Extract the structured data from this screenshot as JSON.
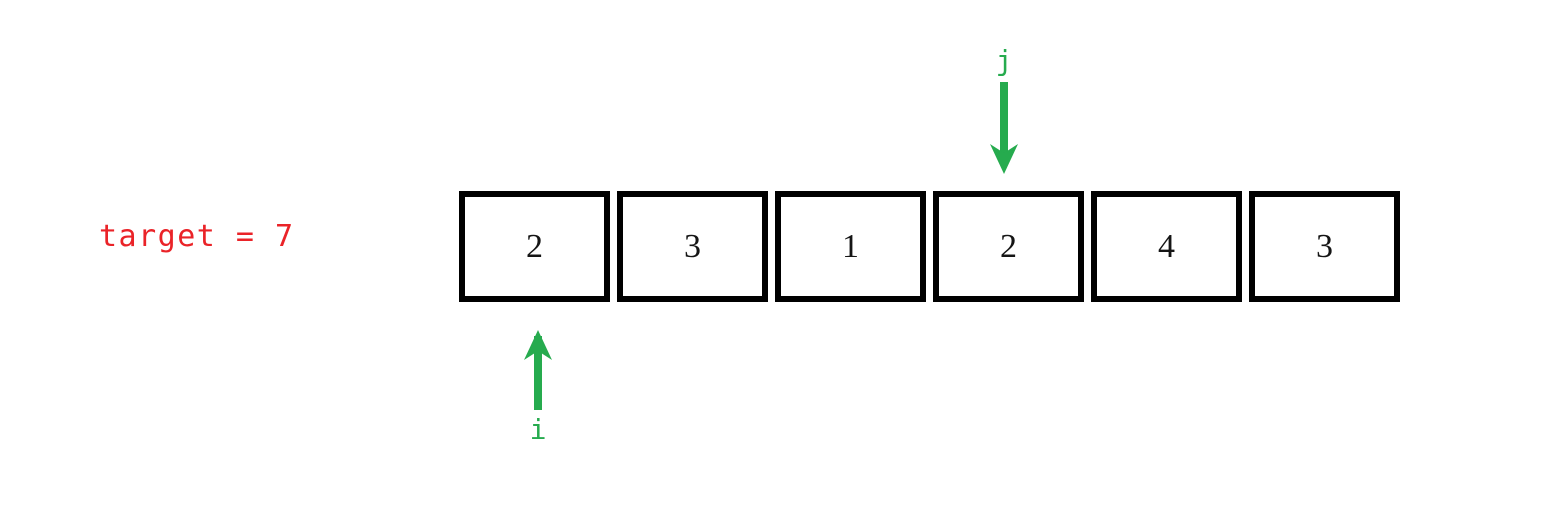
{
  "diagram": {
    "title_text": "target = 7",
    "target_value": 7,
    "colors": {
      "accent_red": "#ea2328",
      "accent_green": "#26ab4e",
      "box_border": "#000000",
      "background": "#ffffff",
      "value_text": "#151515"
    },
    "array": {
      "name": "array-cells",
      "length": 6,
      "values": [
        "2",
        "3",
        "1",
        "2",
        "4",
        "3"
      ]
    },
    "pointers": [
      {
        "label": "j",
        "icon": "arrow-down-icon",
        "direction": "down",
        "position": "above",
        "cell_index": 3,
        "color": "#26ab4e"
      },
      {
        "label": "i",
        "icon": "arrow-up-icon",
        "direction": "up",
        "position": "below",
        "cell_index": 0,
        "color": "#26ab4e"
      }
    ]
  }
}
